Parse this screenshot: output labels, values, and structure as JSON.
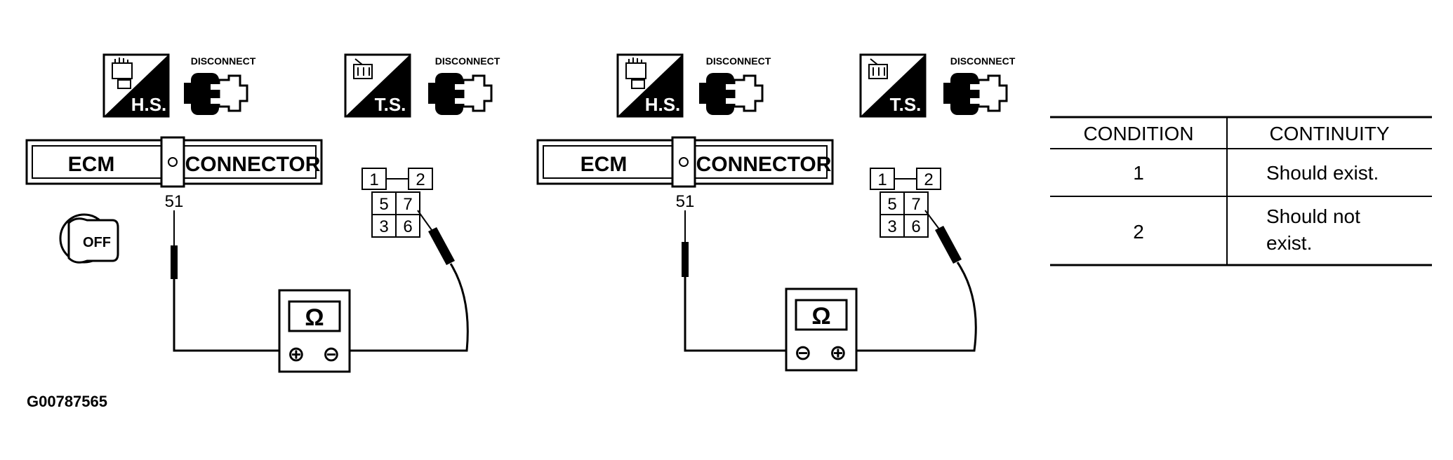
{
  "diagrams": [
    {
      "hs_badge": "H.S.",
      "ts_badge": "T.S.",
      "disconnect_1": "DISCONNECT",
      "disconnect_2": "DISCONNECT",
      "ecm_label": "ECM",
      "connector_label": "CONNECTOR",
      "terminal": "51",
      "ignition": "OFF",
      "pins": [
        "1",
        "2",
        "5",
        "7",
        "3",
        "6"
      ],
      "meter_symbol": "Ω",
      "meter_left": "⊕",
      "meter_right": "⊖"
    },
    {
      "hs_badge": "H.S.",
      "ts_badge": "T.S.",
      "disconnect_1": "DISCONNECT",
      "disconnect_2": "DISCONNECT",
      "ecm_label": "ECM",
      "connector_label": "CONNECTOR",
      "terminal": "51",
      "pins": [
        "1",
        "2",
        "5",
        "7",
        "3",
        "6"
      ],
      "meter_symbol": "Ω",
      "meter_left": "⊖",
      "meter_right": "⊕"
    }
  ],
  "table": {
    "headers": [
      "CONDITION",
      "CONTINUITY"
    ],
    "rows": [
      {
        "condition": "1",
        "continuity": [
          "Should exist."
        ]
      },
      {
        "condition": "2",
        "continuity": [
          "Should not",
          "exist."
        ]
      }
    ]
  },
  "figure_id": "G00787565"
}
